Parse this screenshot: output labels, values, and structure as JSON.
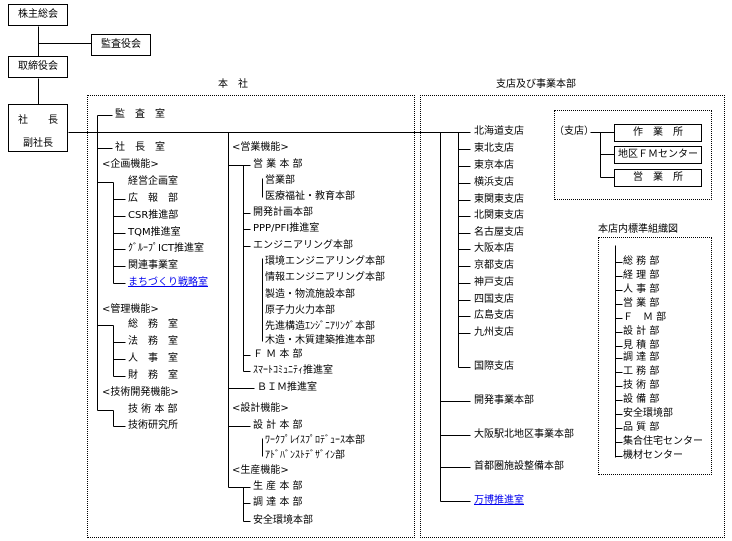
{
  "top": {
    "shareholders": "株主総会",
    "auditors_board": "監査役会",
    "board": "取締役会",
    "president": "社　　長",
    "vice_president": "副社長"
  },
  "headquarters": {
    "title": "本　社",
    "audit": "監　査　室",
    "president_office": "社　長　室",
    "planning": {
      "heading": "<企画機能>",
      "items": [
        "経営企画室",
        "広　報　部",
        "CSR推進部",
        "TQM推進室",
        "ｸﾞﾙｰﾌﾟICT推進室",
        "関連事業室",
        "まちづくり戦略室"
      ]
    },
    "management": {
      "heading": "<管理機能>",
      "items": [
        "総　務　室",
        "法　務　室",
        "人　事　室",
        "財　務　室"
      ]
    },
    "tech": {
      "heading": "<技術開発機能>",
      "items": [
        "技 術 本 部",
        "技術研究所"
      ]
    },
    "sales": {
      "heading": "<営業機能>",
      "items": [
        "営 業 本 部",
        "営業部",
        "医療福祉・教育本部",
        "開発計画本部",
        "PPP/PFI推進室",
        "エンジニアリング本部",
        "環境エンジニアリング本部",
        "情報エンジニアリング本部",
        "製造・物流施設本部",
        "原子力火力本部",
        "先進構造ｴﾝｼﾞﾆｱﾘﾝｸﾞ本部",
        "木造・木質建築推進本部",
        "Ｆ Ｍ 本 部",
        "ｽﾏｰﾄｺﾐｭﾆﾃｨ推進室"
      ]
    },
    "bim": "ＢＩＭ推進室",
    "design": {
      "heading": "<設計機能>",
      "items": [
        "設 計 本 部",
        "ﾜｰｸﾌﾟﾚｲｽﾌﾟﾛﾃﾞｭｰｽ本部",
        "ｱﾄﾞﾊﾞﾝｽﾄﾃﾞｻﾞｲﾝ部"
      ]
    },
    "production": {
      "heading": "<生産機能>",
      "items": [
        "生 産 本 部",
        "調 達 本 部",
        "安全環境本部"
      ]
    }
  },
  "branches": {
    "title": "支店及び事業本部",
    "items": [
      "北海道支店",
      "東北支店",
      "東京本店",
      "横浜支店",
      "東関東支店",
      "北関東支店",
      "名古屋支店",
      "大阪本店",
      "京都支店",
      "神戸支店",
      "四国支店",
      "広島支店",
      "九州支店",
      "国際支店",
      "開発事業本部",
      "大阪駅北地区事業本部",
      "首都圏施設整備本部",
      "万博推進室"
    ],
    "branch_label": "（支店）",
    "branch_units": [
      "作　業　所",
      "地区ＦＭセンター",
      "営　業　所"
    ],
    "standard_title": "本店内標準組織図",
    "standard_items": [
      "総 務 部",
      "経 理 部",
      "人 事 部",
      "営 業 部",
      "Ｆ　Ｍ 部",
      "設 計 部",
      "見 積 部",
      "調 達 部",
      "工 務 部",
      "技 術 部",
      "設 備 部",
      "安全環境部",
      "品 質 部",
      "集合住宅センター",
      "機材センター"
    ]
  }
}
